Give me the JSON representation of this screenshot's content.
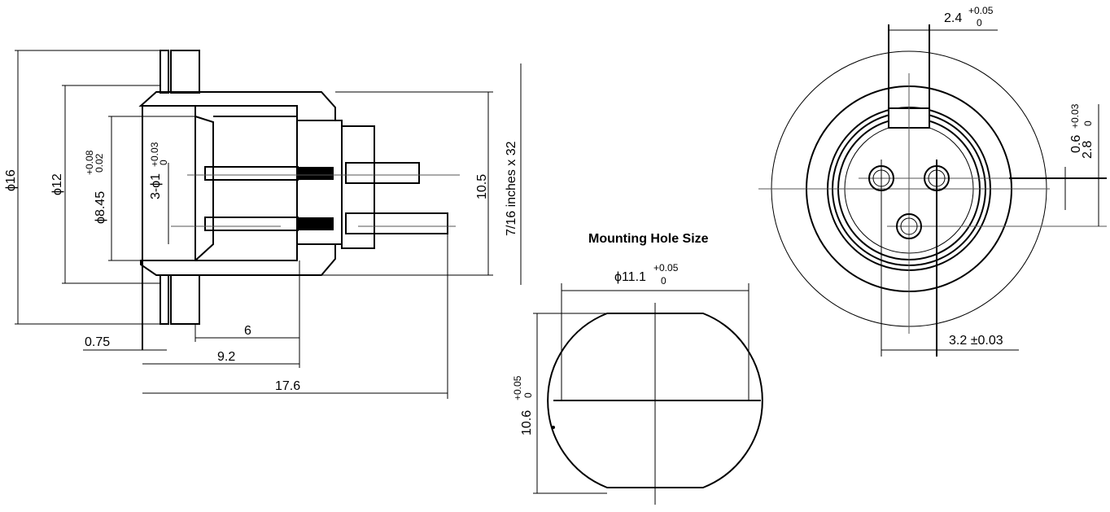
{
  "side_view": {
    "dims": {
      "d16": "ϕ16",
      "d12": "ϕ12",
      "d845": "ϕ8.45",
      "d845_tol_up": "+0.08",
      "d845_tol_low": "0.02",
      "pins": "3-ϕ1",
      "pins_tol_up": "+0.03",
      "pins_tol_low": "0",
      "h105": "10.5",
      "thread": "7/16 inches x 32",
      "t075": "0.75",
      "l6": "6",
      "l92": "9.2",
      "l176": "17.6"
    }
  },
  "mounting_hole": {
    "title": "Mounting Hole Size",
    "width": "ϕ11.1",
    "width_tol_up": "+0.05",
    "width_tol_low": "0",
    "height": "10.6",
    "height_tol_up": "+0.05",
    "height_tol_low": "0"
  },
  "front_view": {
    "key": "2.4",
    "key_tol_up": "+0.05",
    "key_tol_low": "0",
    "offset": "0.6",
    "pitch_v": "2.8",
    "pitch_v_tol_up": "+0.03",
    "pitch_v_tol_low": "0",
    "pitch_h": "3.2 ±0.03"
  }
}
